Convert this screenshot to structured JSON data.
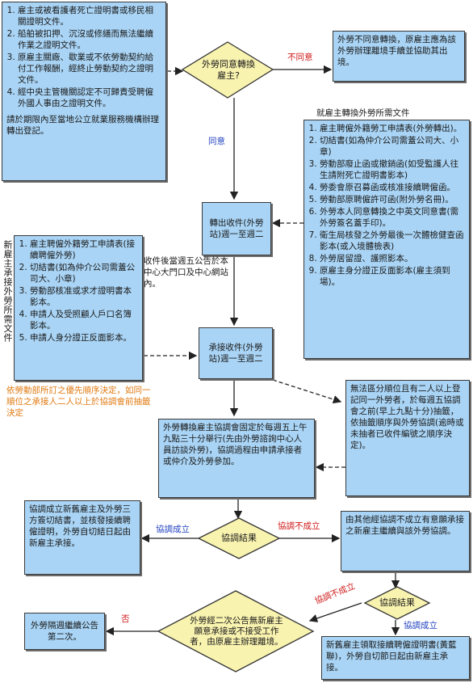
{
  "top_left_box": {
    "items": [
      "雇主或被看護者死亡證明書或移民相關證明文件。",
      "船舶被扣押、沉沒或修繕而無法繼續作業之證明文件。",
      "原雇主關廠、歇業或不依勞動契約給付工作報酬，經終止勞動契約之證明文件。",
      "經中央主管機關認定不可歸責受聘僱外國人事由之證明文件。"
    ],
    "note": "請於期限內至當地公立就業服務機構辦理轉出登記。"
  },
  "decision1": "外勞同意轉換雇主?",
  "label_disagree": "不同意",
  "label_agree": "同意",
  "disagree_box": "外勞不同意轉換，原雇主應為該外勞辦理離境手續並協助其出境。",
  "original_employer_title": "就雇主轉換外勞所需文件",
  "original_employer_docs": [
    "雇主聘僱外籍勞工申請表(外勞轉出)。",
    "切結書(如為仲介公司需蓋公司大、小章)",
    "勞動部廢止函或撤銷函(如受監護人往生請附死亡證明書影本)",
    "勞委會原召募函或核准接續聘僱函。",
    "勞動部原聘僱許可函(附外勞名冊)。",
    "外勞本人同意轉換之中英文同意書(需外勞簽名蓋手印)。",
    "衛生局核發之外勞最後一次體檢健查函影本(或入境體檢表)",
    "外勞居留證、護照影本。",
    "原雇主身分證正反面影本(雇主須到場)。"
  ],
  "transfer_out_box": "轉出收件(外勞站)週一至週二",
  "after_receipt_note": "收件後當週五公告於本中心大門口及中心網站內。",
  "new_employer_title": "新雇主承接外勞所需文件",
  "new_employer_docs": [
    "雇主聘僱外籍勞工申請表(接續聘僱外勞)",
    "切結書(如為仲介公司需蓋公司大、小章)",
    "勞動部核准或求才證明書本影本。",
    "申請人及受照顧人戶口名簿影本。",
    "申請人身分證正反面影本。"
  ],
  "accept_box": "承接收件(外勞站)週一至週二",
  "priority_note": "依勞動部所訂之優先順序決定，如同一順位之承接人二人以上於協調會前抽籤決定",
  "lottery_box": "無法區分順位且有二人以上登記同一外勞者，於每週五協調會之前(早上九點十分)抽籤，依抽籤順序與外勞協調(逾時或未抽者已收件編號之順序決定)。",
  "meeting_box": "外勞轉換雇主協調會固定於每週五上午九點三十分舉行(先由外勞諮詢中心人員訪談外勞)，協調過程由申請承接者或仲介及外勞參加。",
  "decision2": "協調結果",
  "label_success_left": "協調成立",
  "label_fail_right": "協調不成立",
  "success_left_box": "協調成立新舊雇主及外勞三方簽切結書，並核發接續聘僱證明，外勞自切結日起由新雇主承接。",
  "fail_right_box": "由其他經協調不成立有意願承接之新雇主繼續與該外勞協調。",
  "decision3": "協調結果",
  "label_fail_left": "協調不成立",
  "label_success_bottom": "協調成立",
  "final_right_box": "新舊雇主領取接續聘僱證明書(黃藍聯)，外勞自切節日起由新雇主承接。",
  "decision4": "外勞經二次公告無新雇主願意承接或不接受工作者，由原雇主辦理離境。",
  "label_no": "否",
  "final_left_box": "外勞隔週繼續公告第二次。"
}
